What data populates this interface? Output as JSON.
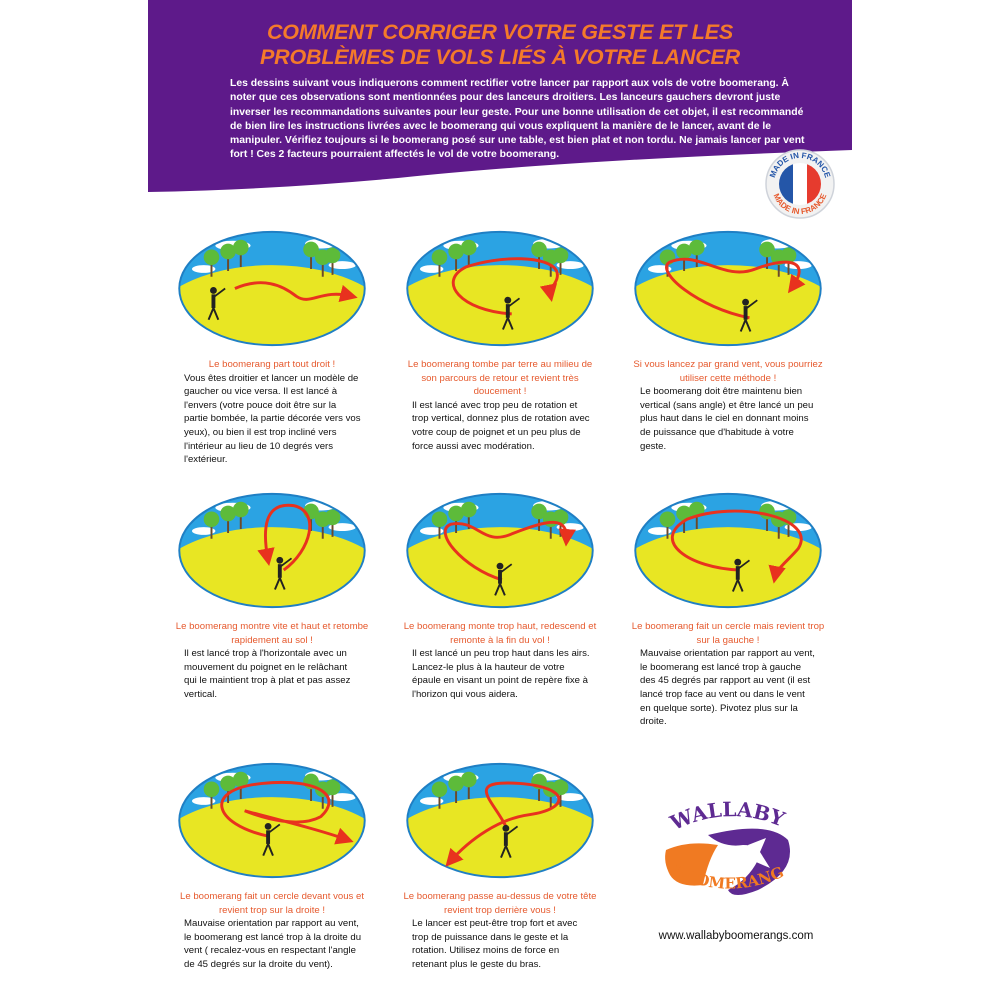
{
  "header": {
    "title_line1": "COMMENT CORRIGER VOTRE GESTE ET LES",
    "title_line2": "PROBLÈMES DE VOLS LIÉS À VOTRE LANCER",
    "intro": "Les dessins suivant vous indiquerons comment rectifier votre lancer par rapport aux vols de votre boomerang. À noter que ces observations sont mentionnées pour des lanceurs droitiers. Les lanceurs gauchers devront juste inverser les recommandations suivantes pour leur geste. Pour une bonne utilisation de cet objet, il est recommandé de bien lire les instructions livrées avec le boomerang qui vous expliquent la manière de le lancer, avant de le manipuler. Vérifiez toujours si le boomerang posé sur une table, est bien plat et non tordu. Ne jamais lancer par vent fort ! Ces 2 facteurs pourraient affectés le vol de votre boomerang.",
    "badge_text": "MADE IN FRANCE"
  },
  "colors": {
    "purple": "#5e1a8a",
    "title_orange": "#f47a2a",
    "panel_title": "#e65a2e",
    "sky": "#2ba3e3",
    "ground": "#e8e623",
    "path_red": "#e8321e"
  },
  "panels": [
    {
      "title": "Le boomerang part tout droit !",
      "body": "Vous êtes droitier et lancer un modèle de gaucher ou vice versa. Il est lancé à l'envers (votre pouce doit être sur la partie bombée, la partie décorée vers vos yeux), ou bien il est trop incliné vers l'intérieur au lieu de 10 degrés vers l'extérieur."
    },
    {
      "title": "Le boomerang tombe par terre au milieu de son parcours de retour et revient très doucement !",
      "body": "Il est lancé avec trop peu de rotation et trop vertical, donnez plus de rotation avec votre coup de poignet et un peu plus de force aussi avec modération."
    },
    {
      "title": "Si vous lancez par grand vent, vous pourriez utiliser cette méthode !",
      "body": "Le boomerang doit être maintenu bien vertical (sans angle) et être lancé un peu plus haut dans le ciel en donnant moins de puissance que d'habitude à votre geste."
    },
    {
      "title": "Le boomerang montre vite et haut et retombe rapidement au sol !",
      "body": "Il est lancé trop à l'horizontale avec un mouvement du poignet en le relâchant qui le maintient trop à plat et pas assez vertical."
    },
    {
      "title": "Le boomerang monte trop haut, redescend et remonte à la fin du vol !",
      "body": "Il est lancé un peu trop haut dans les airs. Lancez-le plus à la hauteur de votre épaule en visant un point de repère fixe à l'horizon qui vous aidera."
    },
    {
      "title": "Le boomerang fait un cercle mais revient trop sur la gauche !",
      "body": "Mauvaise orientation par rapport au vent, le boomerang est lancé trop à gauche des 45 degrés par rapport au vent (il est lancé trop face au vent ou dans le vent en quelque sorte). Pivotez plus sur la droite."
    },
    {
      "title": "Le boomerang fait un cercle devant vous et revient trop sur la droite !",
      "body": "Mauvaise orientation par rapport au vent, le boomerang est lancé trop à la droite du  vent ( recalez-vous en respectant l'angle de 45 degrés sur la droite du vent)."
    },
    {
      "title": "Le boomerang passe au-dessus de votre tête revient trop derrière vous !",
      "body": "Le lancer est peut-être trop fort et avec trop de puissance dans le geste et la rotation. Utilisez moins de force en retenant plus le geste du bras."
    }
  ],
  "logo": {
    "top_word": "WALLABY",
    "bottom_word": "BOOMERANG"
  },
  "footer": {
    "url": "www.wallabyboomerangs.com"
  }
}
